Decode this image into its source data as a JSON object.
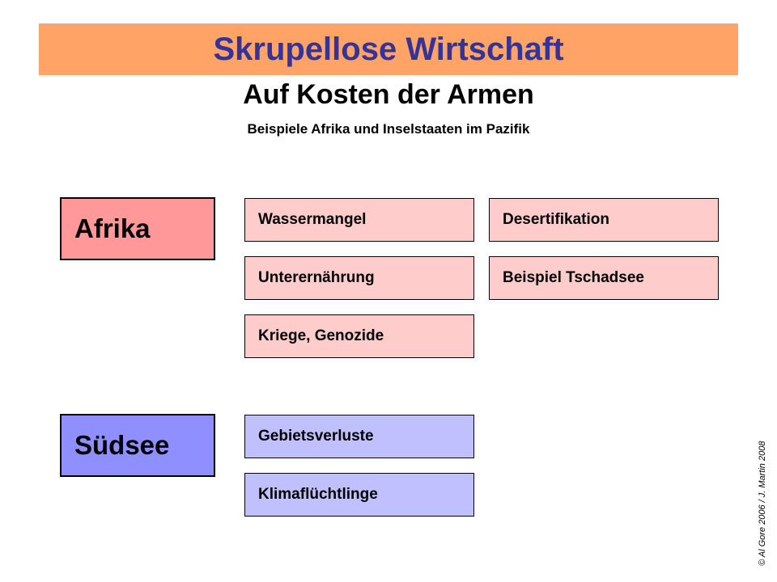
{
  "header": {
    "title": "Skrupellose Wirtschaft",
    "subtitle": "Auf Kosten der Armen",
    "subsubtitle": "Beispiele Afrika und Inselstaaten im Pazifik"
  },
  "colors": {
    "banner": "#ffa366",
    "title_text": "#333399",
    "afrika_category": "#ff9999",
    "afrika_items": "#ffcccc",
    "suedsee_category": "#8f8fff",
    "suedsee_items": "#c0c0ff"
  },
  "groups": [
    {
      "label": "Afrika",
      "items": [
        "Wassermangel",
        "Desertifikation",
        "Unterernährung",
        "Beispiel Tschadsee",
        "Kriege, Genozide"
      ]
    },
    {
      "label": "Südsee",
      "items": [
        "Gebietsverluste",
        "Klimaflüchtlinge"
      ]
    }
  ],
  "footer": {
    "credit": "© Al Gore 2006  /  J. Martin 2008"
  }
}
